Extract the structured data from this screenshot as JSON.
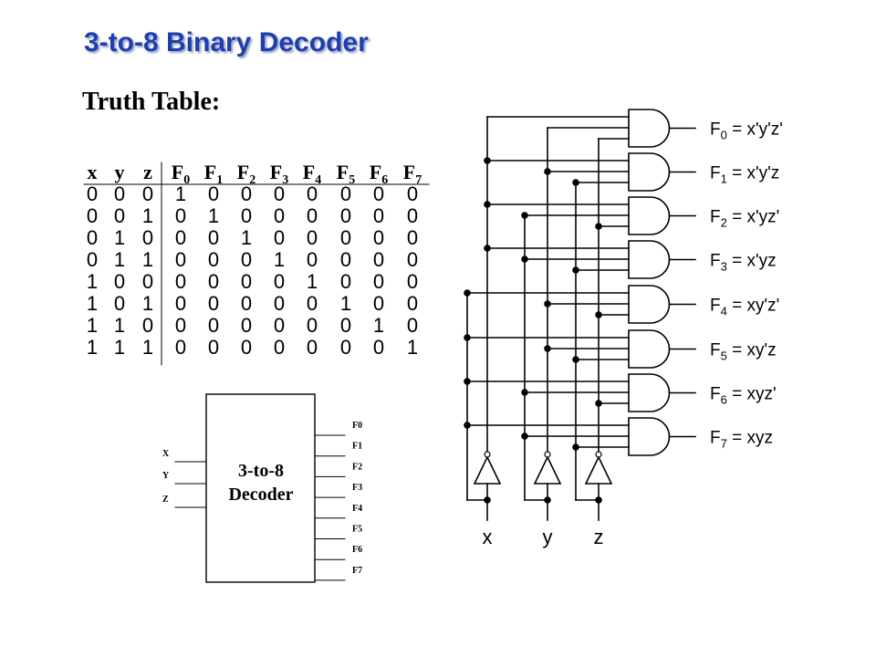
{
  "title": "3-to-8  Binary Decoder",
  "subtitle": "Truth Table:",
  "truth_table": {
    "input_headers": [
      "x",
      "y",
      "z"
    ],
    "output_headers": [
      {
        "base": "F",
        "sub": "0"
      },
      {
        "base": "F",
        "sub": "1"
      },
      {
        "base": "F",
        "sub": "2"
      },
      {
        "base": "F",
        "sub": "3"
      },
      {
        "base": "F",
        "sub": "4"
      },
      {
        "base": "F",
        "sub": "5"
      },
      {
        "base": "F",
        "sub": "6"
      },
      {
        "base": "F",
        "sub": "7"
      }
    ],
    "rows": [
      [
        0,
        0,
        0,
        1,
        0,
        0,
        0,
        0,
        0,
        0,
        0
      ],
      [
        0,
        0,
        1,
        0,
        1,
        0,
        0,
        0,
        0,
        0,
        0
      ],
      [
        0,
        1,
        0,
        0,
        0,
        1,
        0,
        0,
        0,
        0,
        0
      ],
      [
        0,
        1,
        1,
        0,
        0,
        0,
        1,
        0,
        0,
        0,
        0
      ],
      [
        1,
        0,
        0,
        0,
        0,
        0,
        0,
        1,
        0,
        0,
        0
      ],
      [
        1,
        0,
        1,
        0,
        0,
        0,
        0,
        0,
        1,
        0,
        0
      ],
      [
        1,
        1,
        0,
        0,
        0,
        0,
        0,
        0,
        0,
        1,
        0
      ],
      [
        1,
        1,
        1,
        0,
        0,
        0,
        0,
        0,
        0,
        0,
        1
      ]
    ]
  },
  "block": {
    "label_lines": [
      "3-to-8",
      "Decoder"
    ],
    "inputs": [
      "X",
      "Y",
      "Z"
    ],
    "outputs": [
      "F0",
      "F1",
      "F2",
      "F3",
      "F4",
      "F5",
      "F6",
      "F7"
    ]
  },
  "circuit": {
    "inputs": [
      "x",
      "y",
      "z"
    ],
    "equations": [
      {
        "name": "F",
        "sub": "0",
        "expr": " = x'y'z'"
      },
      {
        "name": "F",
        "sub": "1",
        "expr": " = x'y'z"
      },
      {
        "name": "F",
        "sub": "2",
        "expr": " = x'yz'"
      },
      {
        "name": "F",
        "sub": "3",
        "expr": " = x'yz"
      },
      {
        "name": "F",
        "sub": "4",
        "expr": " = xy'z'"
      },
      {
        "name": "F",
        "sub": "5",
        "expr": " = xy'z"
      },
      {
        "name": "F",
        "sub": "6",
        "expr": " = xyz'"
      },
      {
        "name": "F",
        "sub": "7",
        "expr": " = xyz"
      }
    ]
  },
  "colors": {
    "title": "#1f3fb0",
    "ink": "#000000"
  }
}
